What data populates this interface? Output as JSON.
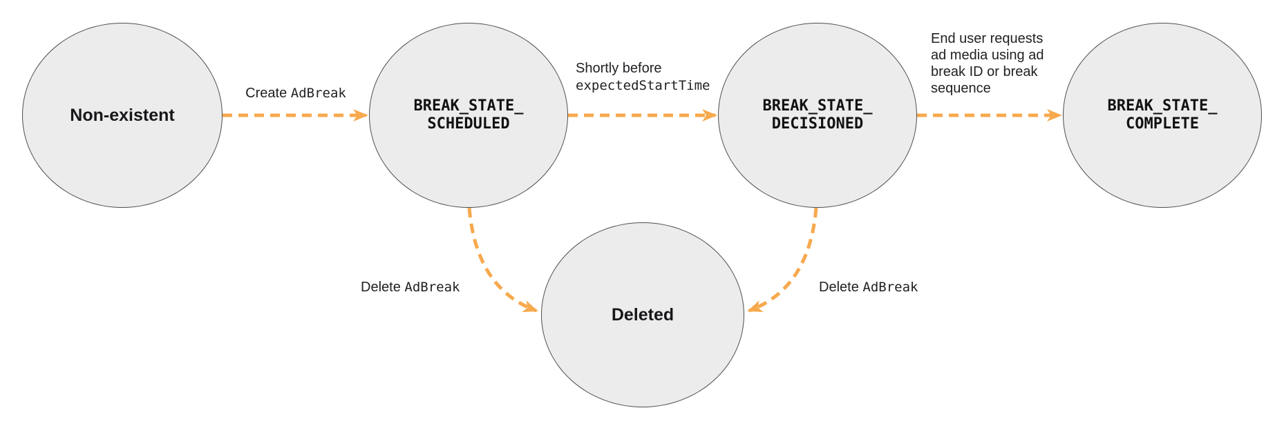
{
  "diagram": {
    "title_semantic": "Ad break state transition diagram",
    "colors": {
      "background": "#ffffff",
      "arrow_orange": "#f7a94d",
      "node_fill": "#ececec",
      "node_border": "#4d4d4d",
      "text": "#202124"
    },
    "nodes": {
      "non_existent": {
        "label": "Non-existent"
      },
      "scheduled": {
        "label": "BREAK_STATE_\nSCHEDULED"
      },
      "decisioned": {
        "label": "BREAK_STATE_\nDECISIONED"
      },
      "complete": {
        "label": "BREAK_STATE_\nCOMPLETE"
      },
      "deleted": {
        "label": "Deleted"
      }
    },
    "edges": {
      "create": {
        "from": "non_existent",
        "to": "scheduled",
        "text_sans": "Create ",
        "text_code": "AdBreak"
      },
      "decision": {
        "from": "scheduled",
        "to": "decisioned",
        "line1_sans": "Shortly before",
        "line2_code": "expectedStartTime"
      },
      "complete": {
        "from": "decisioned",
        "to": "complete",
        "text": "End user requests\nad media using ad\nbreak ID or break\nsequence"
      },
      "delete_from_scheduled": {
        "from": "scheduled",
        "to": "deleted",
        "text_sans": "Delete ",
        "text_code": "AdBreak"
      },
      "delete_from_decisioned": {
        "from": "decisioned",
        "to": "deleted",
        "text_sans": "Delete ",
        "text_code": "AdBreak"
      }
    }
  }
}
